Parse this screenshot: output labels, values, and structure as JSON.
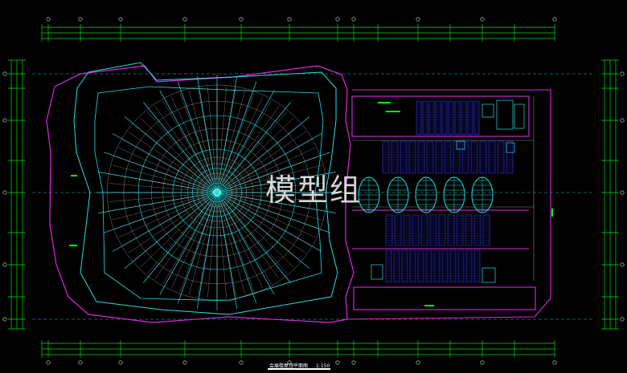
{
  "drawing": {
    "title": "会展楼屋顶平面图",
    "scale": "1:150",
    "watermark": "模型组"
  },
  "colors": {
    "background": "#000000",
    "grid_lines": "#00ff00",
    "roof_outline": "#e026e0",
    "spoke_lines": "#25e0e0",
    "radial_grid": "#cfcfcf",
    "seating": "#2a2ad8",
    "labels": "#ffffff"
  }
}
